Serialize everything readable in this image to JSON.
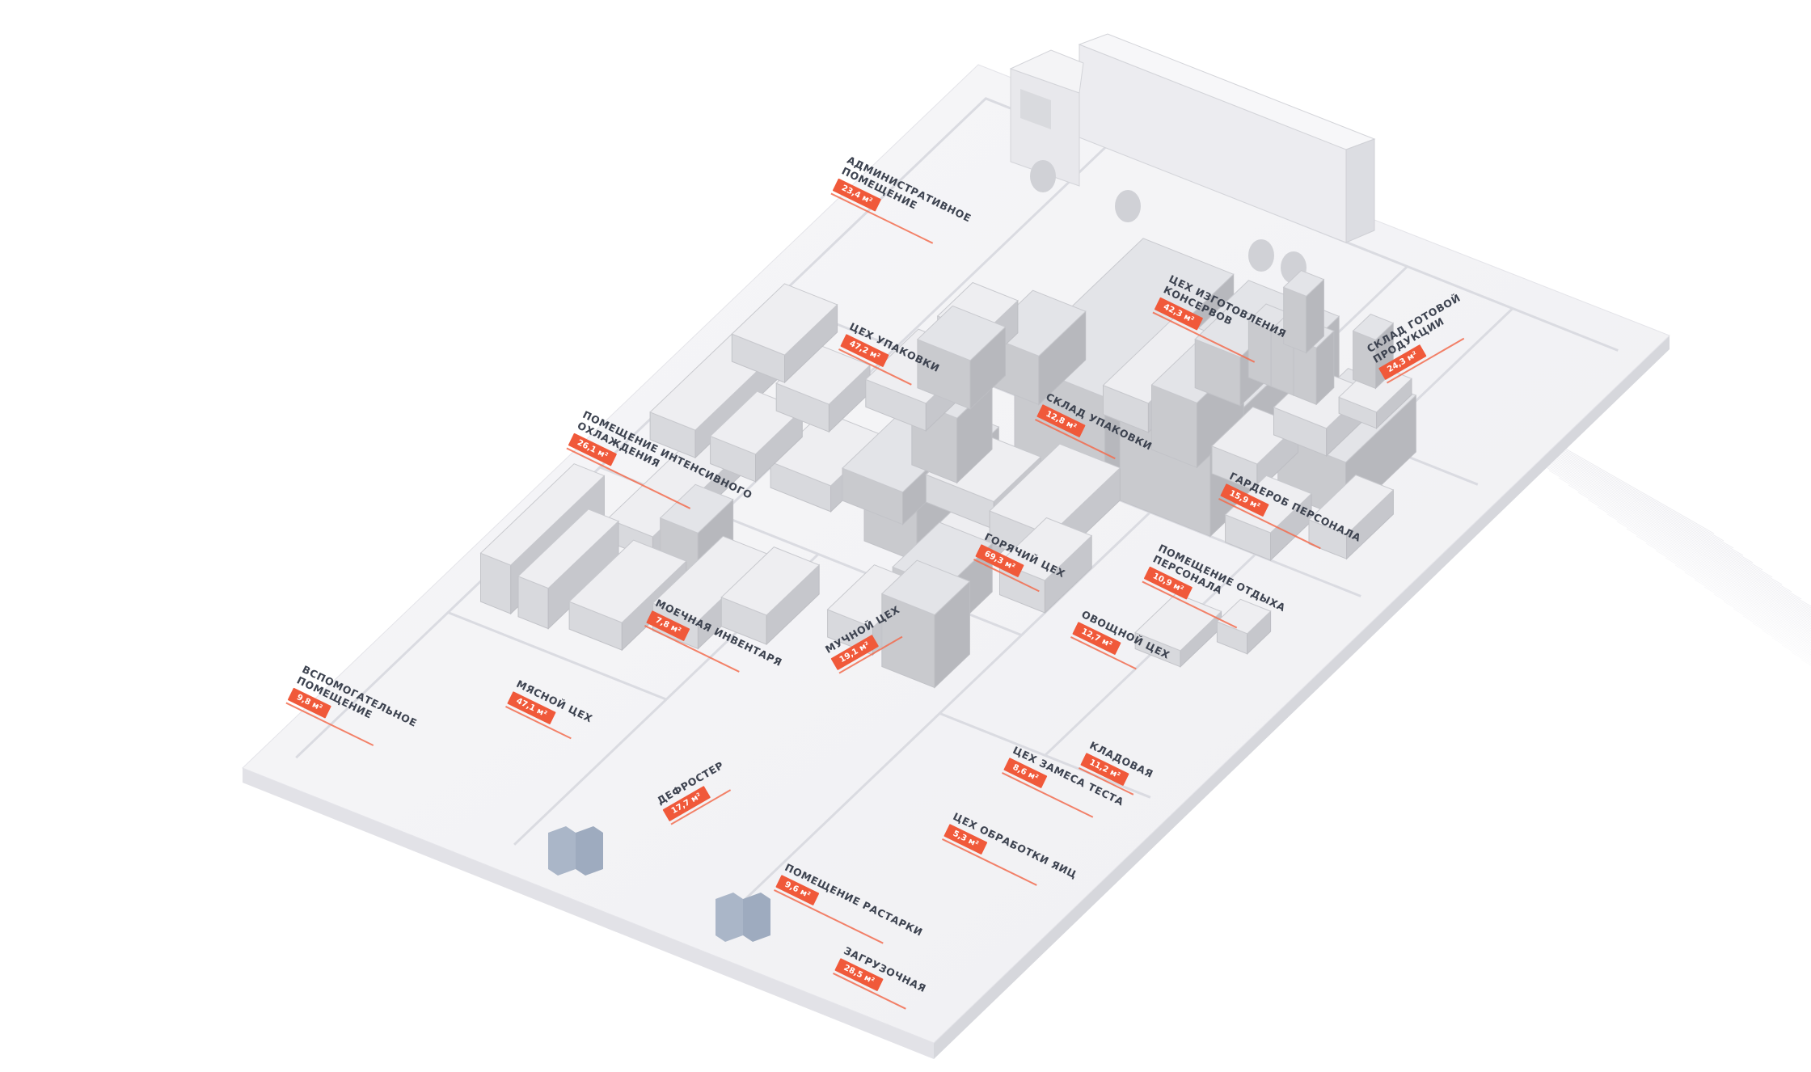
{
  "theme": {
    "accent": "#f0593a",
    "floor": "#f4f4f6",
    "wall": "#dcdde2",
    "label_text": "#3d4350",
    "equipment": "#d5d6da",
    "equipment_dark": "#a9abb1"
  },
  "rooms": [
    {
      "id": "admin",
      "name": "АДМИНИСТРАТИВНОЕ\nПОМЕЩЕНИЕ",
      "area": "23,4 м²"
    },
    {
      "id": "packing",
      "name": "ЦЕХ УПАКОВКИ",
      "area": "47,2 м²"
    },
    {
      "id": "canning",
      "name": "ЦЕХ ИЗГОТОВЛЕНИЯ\nКОНСЕРВОВ",
      "area": "42,3 м²"
    },
    {
      "id": "finished-goods",
      "name": "СКЛАД ГОТОВОЙ\nПРОДУКЦИИ",
      "area": "24,3 м²"
    },
    {
      "id": "pack-storage",
      "name": "СКЛАД УПАКОВКИ",
      "area": "12,8 м²"
    },
    {
      "id": "blast-chill",
      "name": "ПОМЕЩЕНИЕ ИНТЕНСИВНОГО\nОХЛАЖДЕНИЯ",
      "area": "26,1 м²"
    },
    {
      "id": "wardrobe",
      "name": "ГАРДЕРОБ ПЕРСОНАЛА",
      "area": "15,9 м²"
    },
    {
      "id": "hot-shop",
      "name": "ГОРЯЧИЙ ЦЕХ",
      "area": "69,3 м²"
    },
    {
      "id": "staff-rest",
      "name": "ПОМЕЩЕНИЕ ОТДЫХА\nПЕРСОНАЛА",
      "area": "10,9 м²"
    },
    {
      "id": "washing",
      "name": "МОЕЧНАЯ ИНВЕНТАРЯ",
      "area": "7,8 м²"
    },
    {
      "id": "vegetable",
      "name": "ОВОЩНОЙ ЦЕХ",
      "area": "12,7 м²"
    },
    {
      "id": "flour",
      "name": "МУЧНОЙ ЦЕХ",
      "area": "19,1 м²"
    },
    {
      "id": "auxiliary",
      "name": "ВСПОМОГАТЕЛЬНОЕ\nПОМЕЩЕНИЕ",
      "area": "9,8 м²"
    },
    {
      "id": "meat",
      "name": "МЯСНОЙ ЦЕХ",
      "area": "47,1 м²"
    },
    {
      "id": "pantry",
      "name": "КЛАДОВАЯ",
      "area": "11,2 м²"
    },
    {
      "id": "dough",
      "name": "ЦЕХ ЗАМЕСА ТЕСТА",
      "area": "8,6 м²"
    },
    {
      "id": "egg",
      "name": "ЦЕХ ОБРАБОТКИ ЯИЦ",
      "area": "5,3 м²"
    },
    {
      "id": "defrost",
      "name": "ДЕФРОСТЕР",
      "area": "17,7 м²"
    },
    {
      "id": "unpacking",
      "name": "ПОМЕЩЕНИЕ РАСТАРКИ",
      "area": "9,6 м²"
    },
    {
      "id": "loading",
      "name": "ЗАГРУЗОЧНАЯ",
      "area": "28,5 м²"
    }
  ]
}
